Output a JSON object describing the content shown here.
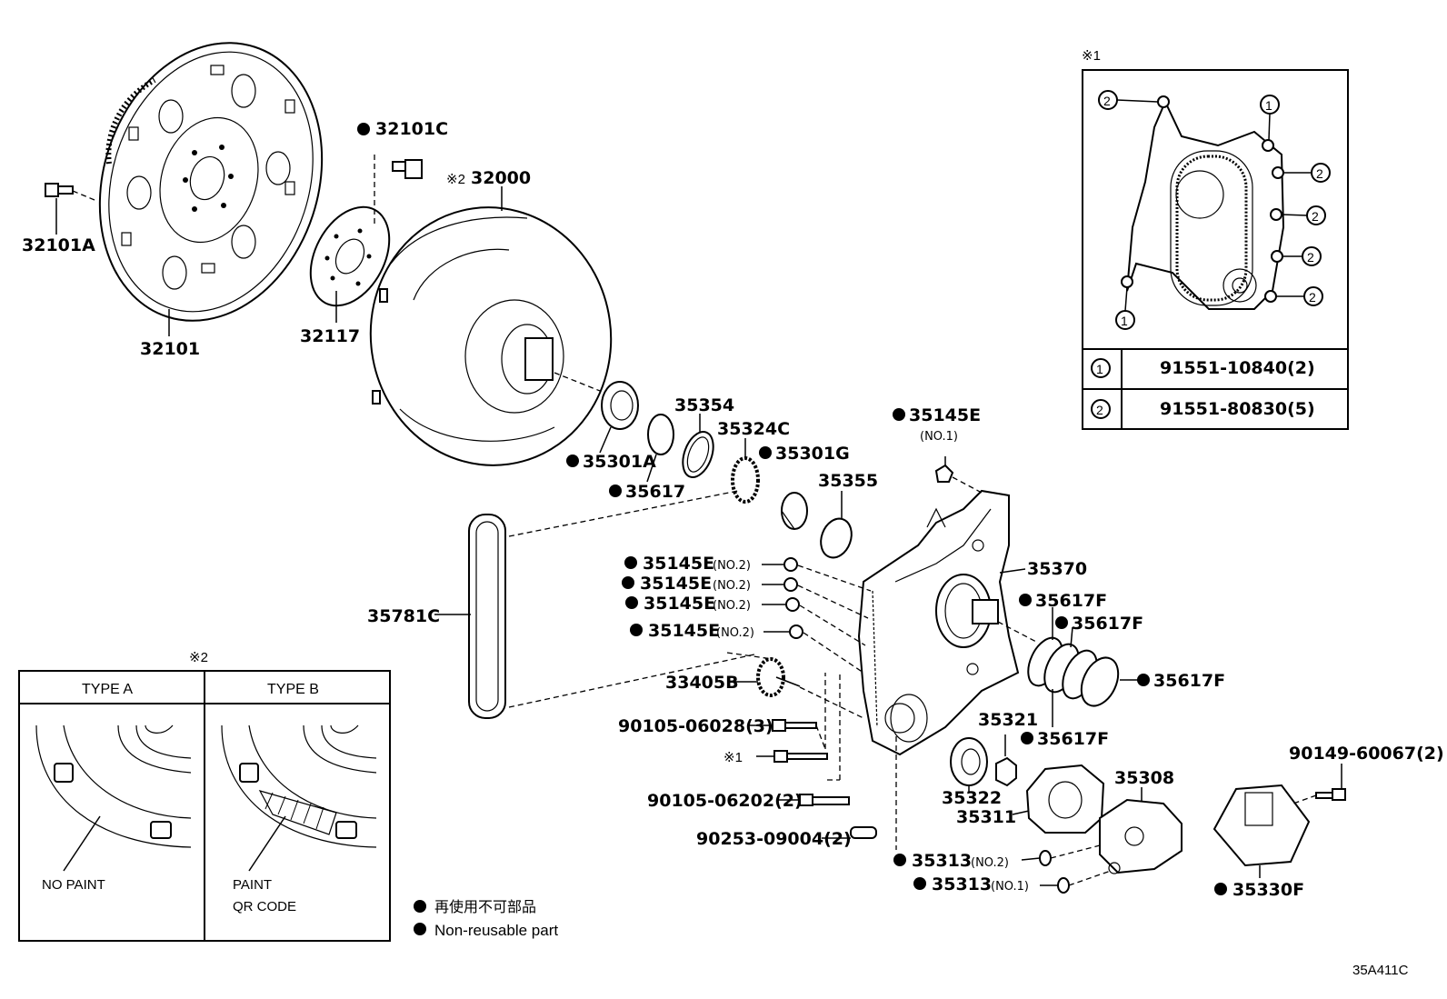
{
  "labels": {
    "p32101c": "32101C",
    "p32000": "32000",
    "p32101a": "32101A",
    "p32101": "32101",
    "p32117": "32117",
    "p35354": "35354",
    "p35324c": "35324C",
    "p35301a": "35301A",
    "p35301g": "35301G",
    "p35617": "35617",
    "p35355": "35355",
    "p35145e_no1": "35145E",
    "no1": "(NO.1)",
    "p35145e_a": "35145E",
    "p35145e_b": "35145E",
    "p35145e_c": "35145E",
    "p35145e_d": "35145E",
    "no2": "(NO.2)",
    "p35370": "35370",
    "p35781c": "35781C",
    "p35617f_a": "35617F",
    "p35617f_b": "35617F",
    "p35617f_c": "35617F",
    "p35617f_d": "35617F",
    "p33405b": "33405B",
    "p35321": "35321",
    "p90105_06028": "90105-06028(3)",
    "ref1_mark": "※1",
    "p35322": "35322",
    "p90105_06202": "90105-06202(2)",
    "p35311": "35311",
    "p35308": "35308",
    "p90149_60067": "90149-60067(2)",
    "p90253_09004": "90253-09004(2)",
    "p35313_no2": "35313",
    "no2b": "(NO.2)",
    "p35313_no1": "35313",
    "no1b": "(NO.1)",
    "p35330f": "35330F",
    "ref2_mark_32000": "※2",
    "diagram_code": "35A411C"
  },
  "inset1": {
    "mark": "※1",
    "circle1": "1",
    "circle2": "2",
    "row1_part": "91551-10840(2)",
    "row2_part": "91551-80830(5)"
  },
  "inset2": {
    "mark": "※2",
    "type_a": "TYPE A",
    "type_b": "TYPE B",
    "no_paint": "NO PAINT",
    "paint": "PAINT",
    "qr_code": "QR CODE"
  },
  "legend": {
    "jp": "再使用不可部品",
    "en": "Non-reusable part"
  }
}
